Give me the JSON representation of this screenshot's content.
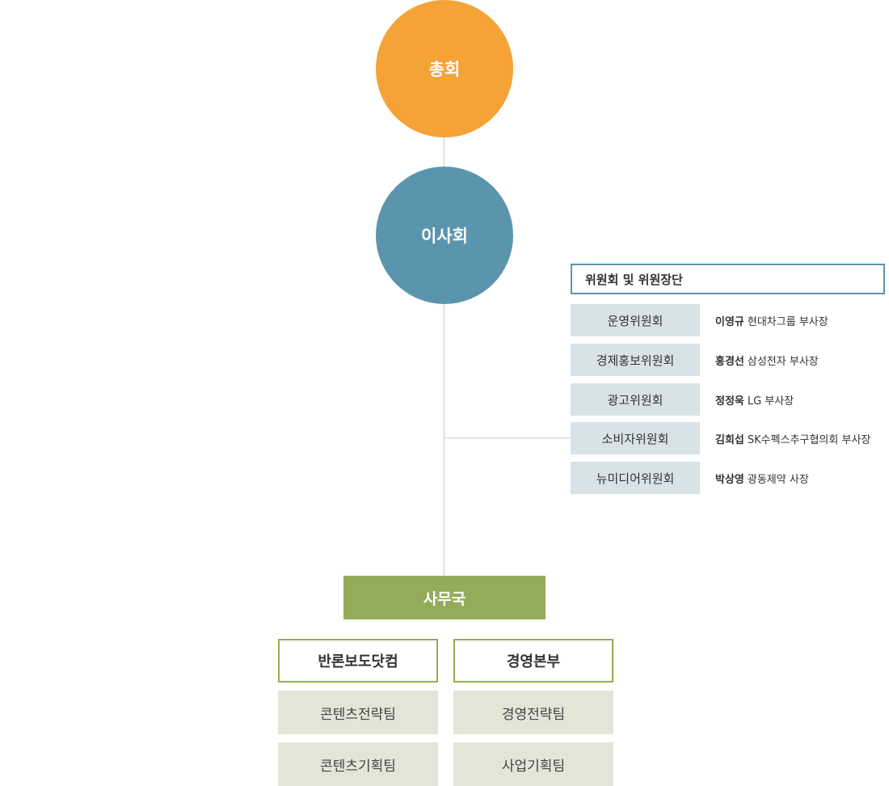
{
  "general_assembly": {
    "label": "총회",
    "color": "#f5a236"
  },
  "board": {
    "label": "이사회",
    "color": "#5b95ad"
  },
  "committees": {
    "header": "위원회 및 위원장단",
    "items": [
      {
        "name": "운영위원회",
        "chair_name": "이영규",
        "chair_title": "현대차그룹 부사장"
      },
      {
        "name": "경제홍보위원회",
        "chair_name": "홍경선",
        "chair_title": "삼성전자 부사장"
      },
      {
        "name": "광고위원회",
        "chair_name": "정정욱",
        "chair_title": "LG 부사장"
      },
      {
        "name": "소비자위원회",
        "chair_name": "김희섭",
        "chair_title": "SK수펙스추구협의회 부사장"
      },
      {
        "name": "뉴미디어위원회",
        "chair_name": "박상영",
        "chair_title": "광동제약 사장"
      }
    ]
  },
  "secretariat": {
    "label": "사무국",
    "color": "#93ac5a"
  },
  "departments": [
    {
      "name": "반론보도닷컴",
      "teams": [
        "콘텐츠전략팀",
        "콘텐츠기획팀"
      ]
    },
    {
      "name": "경영본부",
      "teams": [
        "경영전략팀",
        "사업기획팀"
      ]
    }
  ]
}
